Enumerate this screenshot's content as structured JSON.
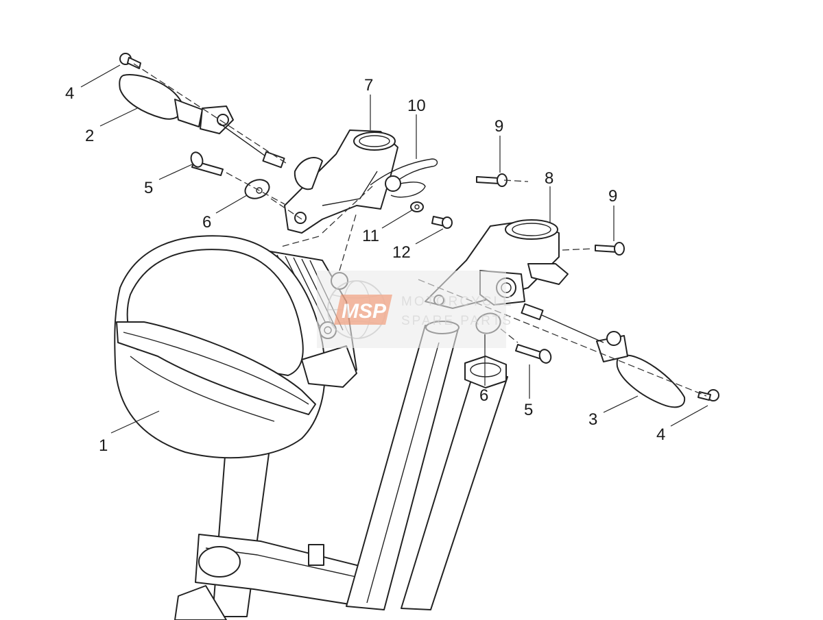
{
  "diagram": {
    "callouts": [
      {
        "label": "1"
      },
      {
        "label": "2"
      },
      {
        "label": "3"
      },
      {
        "label": "4"
      },
      {
        "label": "4"
      },
      {
        "label": "5"
      },
      {
        "label": "5"
      },
      {
        "label": "6"
      },
      {
        "label": "6"
      },
      {
        "label": "7"
      },
      {
        "label": "8"
      },
      {
        "label": "9"
      },
      {
        "label": "9"
      },
      {
        "label": "10"
      },
      {
        "label": "11"
      },
      {
        "label": "12"
      }
    ]
  },
  "watermark": {
    "badge": "MSP",
    "line1": "MOTORCYCLE",
    "line2": "SPARE PARTS",
    "accent_color": "#f0a080",
    "text_color": "#d8d8d8",
    "icon": "globe-icon"
  }
}
